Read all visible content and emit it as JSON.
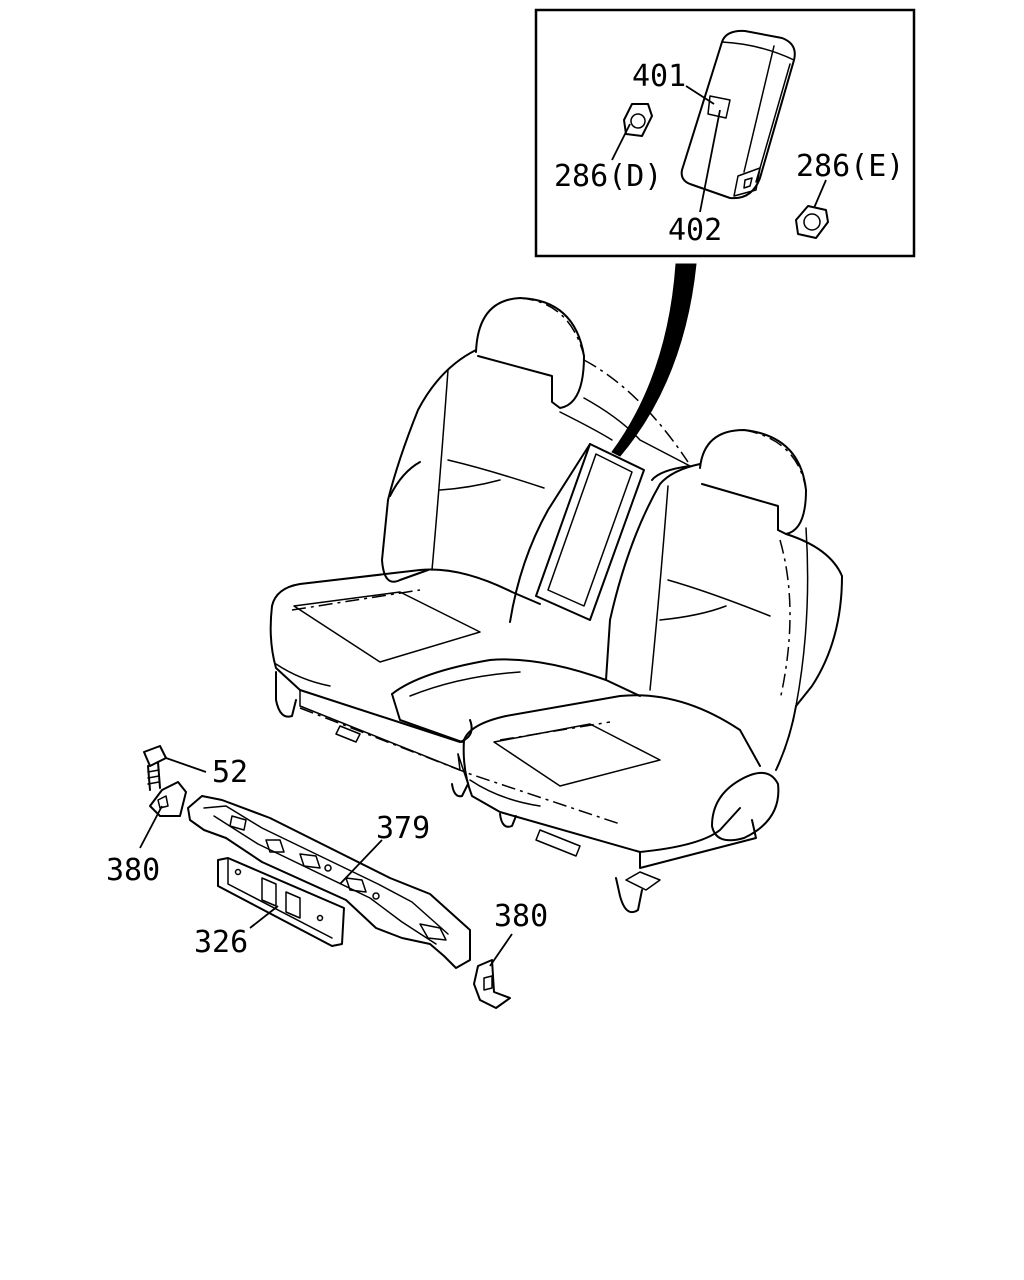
{
  "labels": {
    "p401": "401",
    "p402": "402",
    "p286d": "286(D)",
    "p286e": "286(E)",
    "p52": "52",
    "p379": "379",
    "p380a": "380",
    "p380b": "380",
    "p326": "326"
  },
  "colors": {
    "line": "#000000",
    "background": "#ffffff"
  }
}
